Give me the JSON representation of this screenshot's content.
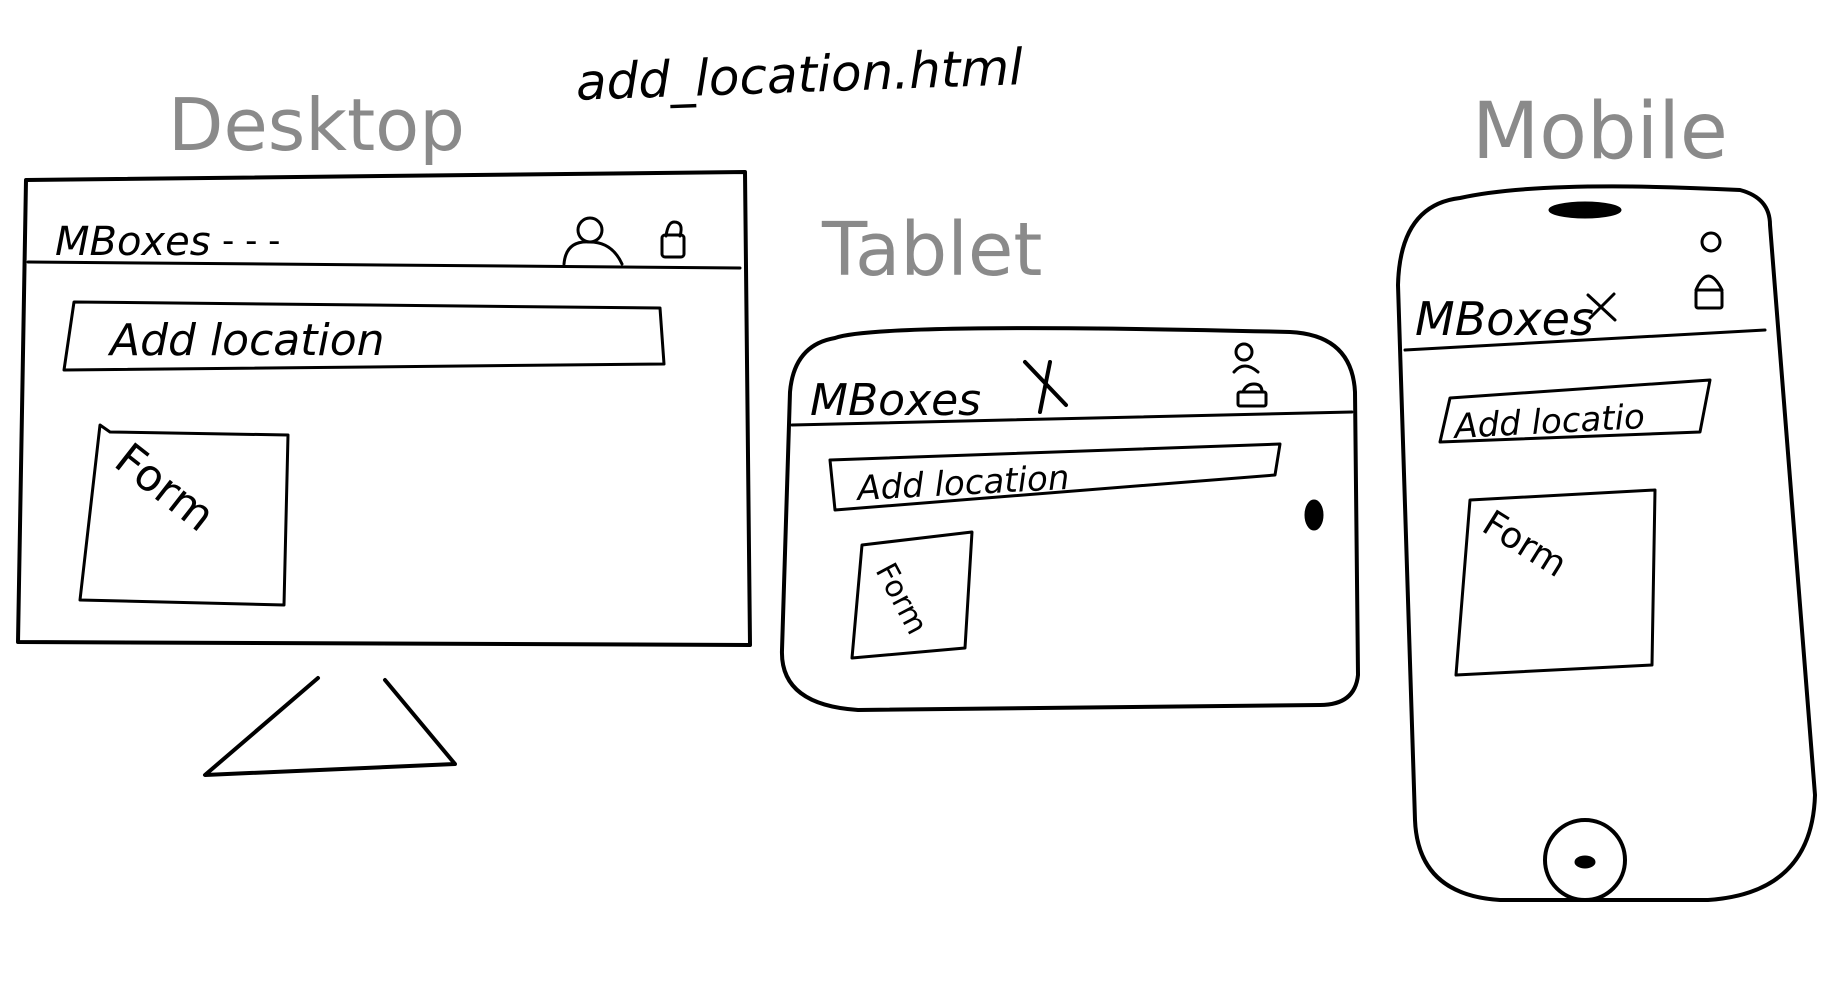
{
  "page_title": "add_location.html",
  "devices": {
    "desktop": {
      "label": "Desktop",
      "brand": "MBoxes",
      "nav_placeholder": "- - -",
      "banner": "Add location",
      "form": "Form"
    },
    "tablet": {
      "label": "Tablet",
      "brand": "MBoxes",
      "banner": "Add location",
      "form": "Form"
    },
    "mobile": {
      "label": "Mobile",
      "brand": "MBoxes",
      "banner": "Add locatio",
      "form": "Form"
    }
  },
  "colors": {
    "ink": "#000000",
    "device_label": "#8a8a8a",
    "paper": "#ffffff"
  },
  "icons": [
    "user-icon",
    "bag-icon",
    "close-icon",
    "menu-dash-icon"
  ]
}
